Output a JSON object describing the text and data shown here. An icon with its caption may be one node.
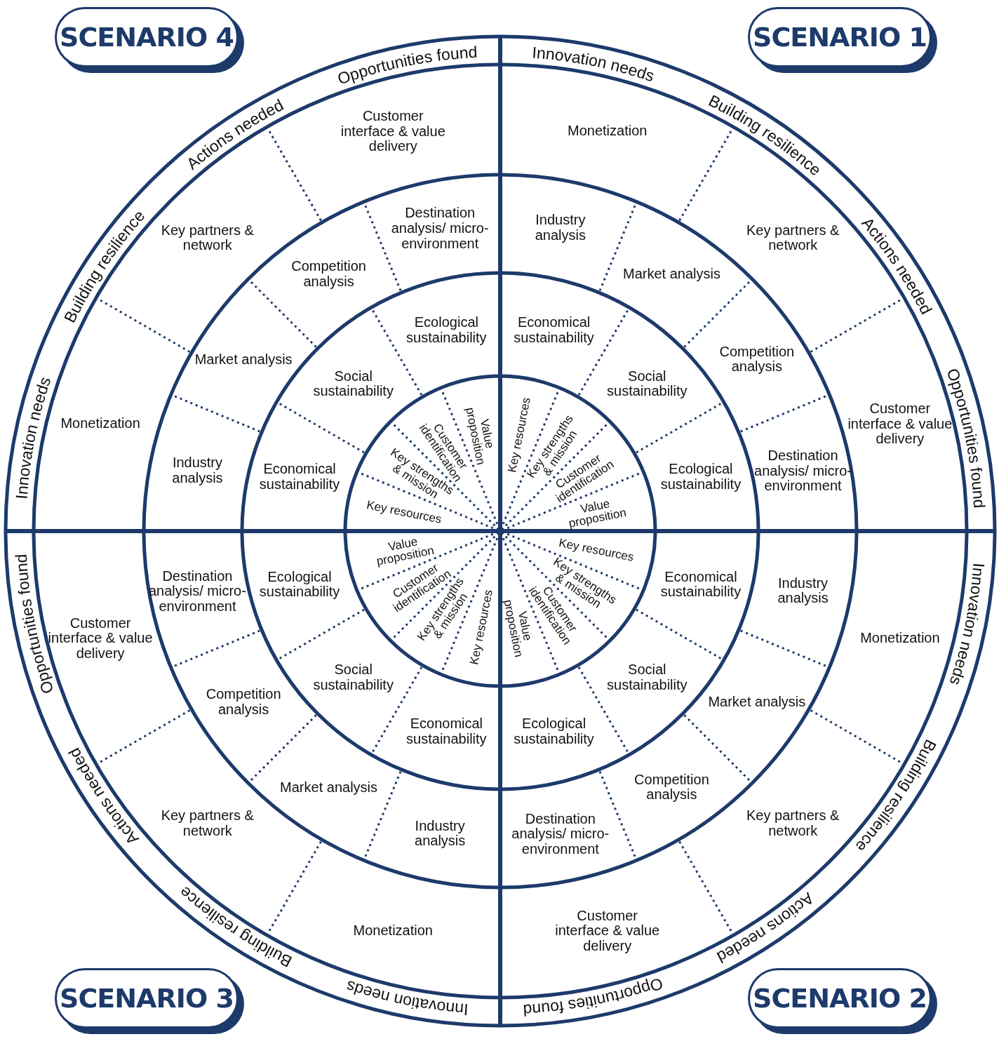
{
  "diagram": {
    "nodes": [
      {
        "text": [
          "SCENARIO 4"
        ]
      },
      {
        "text": [
          "SCENARIO 1"
        ]
      },
      {
        "text": [
          "SCENARIO 3"
        ]
      },
      {
        "text": [
          "SCENARIO 2"
        ]
      }
    ],
    "edges": [],
    "labels": [
      "Innovation needs",
      "Building resilience",
      "Actions needed",
      "Opportunities found",
      "Monetization",
      "Key partners & network",
      "Customer interface & value delivery",
      "Industry analysis",
      "Market analysis",
      "Competition analysis",
      "Destination analysis/ micro-environment",
      "Economical sustainability",
      "Social sustainability",
      "Ecological sustainability",
      "Key resources",
      "Key strengths & mission",
      "Customer identification",
      "Value proposition",
      "Innovation needs",
      "Building resilience",
      "Actions needed",
      "Opportunities found",
      "Monetization",
      "Key partners & network",
      "Customer interface & value delivery",
      "Industry analysis",
      "Market analysis",
      "Competition analysis",
      "Destination analysis/ micro-environment",
      "Economical sustainability",
      "Social sustainability",
      "Ecological sustainability",
      "Key resources",
      "Key strengths & mission",
      "Customer identification",
      "Value proposition",
      "Innovation needs",
      "Building resilience",
      "Actions needed",
      "Opportunities found",
      "Monetization",
      "Key partners & network",
      "Customer interface & value delivery",
      "Industry analysis",
      "Market analysis",
      "Competition analysis",
      "Destination analysis/ micro-environment",
      "Economical sustainability",
      "Social sustainability",
      "Ecological sustainability",
      "Value proposition",
      "Customer identification",
      "Key strengths & mission",
      "Key resources",
      "Innovation needs",
      "Building resilience",
      "Actions needed",
      "Opportunities found",
      "Monetization",
      "Key partners & network",
      "Customer interface & value delivery",
      "Industry analysis",
      "Market analysis",
      "Competition analysis",
      "Destination analysis/ micro-environment",
      "Economical sustainability",
      "Social sustainability",
      "Ecological sustainability",
      "Key resources",
      "Key strengths & mission",
      "Customer identification",
      "Value proposition"
    ]
  }
}
